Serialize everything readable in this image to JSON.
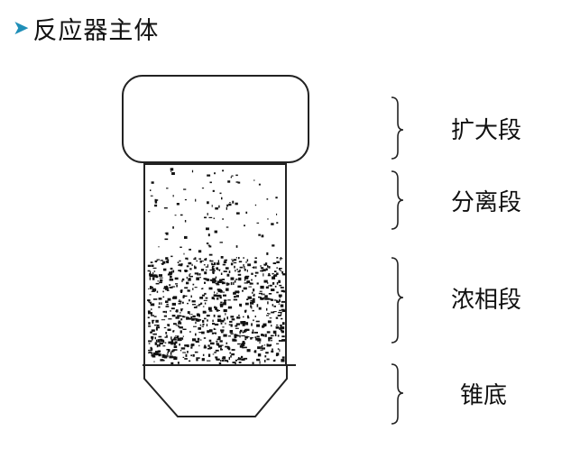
{
  "title": "反应器主体",
  "sections": [
    {
      "label": "扩大段"
    },
    {
      "label": "分离段"
    },
    {
      "label": "浓相段"
    },
    {
      "label": "锥底"
    }
  ]
}
